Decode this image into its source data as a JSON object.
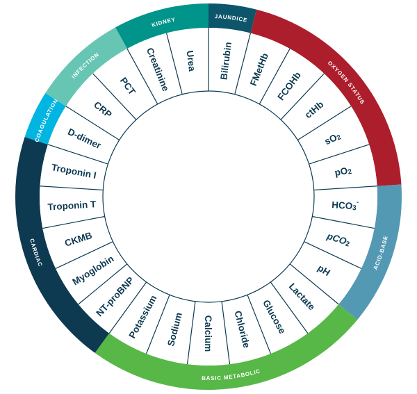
{
  "title": "Parameter wheel",
  "categories": [
    {
      "name": "JAUNDICE",
      "count": 1,
      "color": "#0c556a",
      "dir": "cw"
    },
    {
      "name": "OXYGEN STATUS",
      "count": 5,
      "color": "#ad1e2d",
      "dir": "cw"
    },
    {
      "name": "ACID-BASE",
      "count": 3,
      "color": "#5499b3",
      "dir": "ccw"
    },
    {
      "name": "BASIC METABOLIC",
      "count": 6,
      "color": "#57b847",
      "dir": "ccw"
    },
    {
      "name": "CARDIAC",
      "count": 5,
      "color": "#0d3a51",
      "dir": "ccw"
    },
    {
      "name": "COAGULATION",
      "count": 1,
      "color": "#00b5e2",
      "dir": "cw"
    },
    {
      "name": "INFECTION",
      "count": 2,
      "color": "#66c6b3",
      "dir": "cw"
    },
    {
      "name": "KIDNEY",
      "count": 2,
      "color": "#00948a",
      "dir": "cw"
    }
  ],
  "parameters": [
    {
      "label": "Bilirubin"
    },
    {
      "label": "FMetHb"
    },
    {
      "label": "FCOHb"
    },
    {
      "label": "ctHb"
    },
    {
      "label": "sO",
      "sub": "2"
    },
    {
      "label": "pO",
      "sub": "2"
    },
    {
      "label": "HCO",
      "sub": "3",
      "sup": "-"
    },
    {
      "label": "pCO",
      "sub": "2"
    },
    {
      "label": "pH"
    },
    {
      "label": "Lactate"
    },
    {
      "label": "Glucose"
    },
    {
      "label": "Chloride"
    },
    {
      "label": "Calcium"
    },
    {
      "label": "Sodium"
    },
    {
      "label": "Potassium"
    },
    {
      "label": "NT-proBNP"
    },
    {
      "label": "Myoglobin"
    },
    {
      "label": "CKMB"
    },
    {
      "label": "Troponin T"
    },
    {
      "label": "Troponin I"
    },
    {
      "label": "D-dimer"
    },
    {
      "label": "CRP"
    },
    {
      "label": "PCT"
    },
    {
      "label": "Creatinine"
    },
    {
      "label": "Urea"
    }
  ],
  "colors": {
    "line": "#0d3a51",
    "text": "#0d3a51"
  }
}
